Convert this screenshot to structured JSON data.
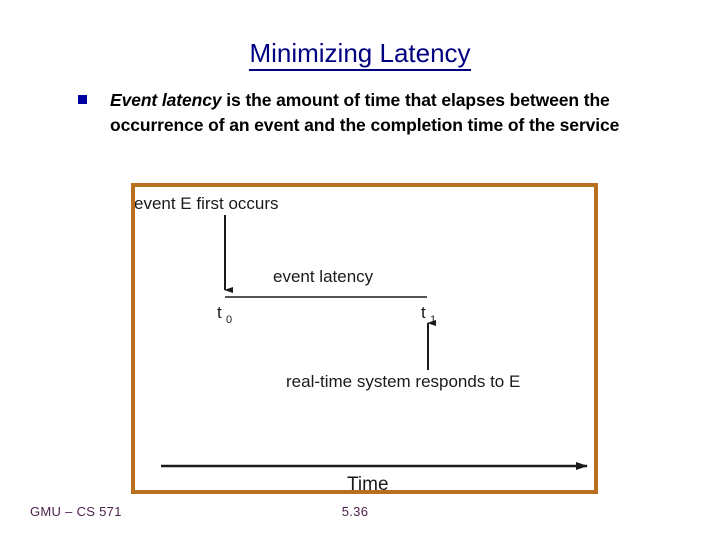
{
  "slide": {
    "title": "Minimizing Latency",
    "title_color": "#000080"
  },
  "bullet": {
    "marker": "square-bullet",
    "marker_color": "#0000a0",
    "emphasis": "Event latency",
    "text": " is the amount of time that elapses between the occurrence of an event and the completion time of the service"
  },
  "figure": {
    "border_color": "#b8701e",
    "labels": {
      "event_occurs": "event E first occurs",
      "event_latency": "event latency",
      "t0": "t",
      "t0_sub": "0",
      "t1": "t",
      "t1_sub": "1",
      "responds": "real-time system responds to E",
      "time_axis": "Time"
    }
  },
  "footer": {
    "course": "GMU – CS 571",
    "page": "5.36",
    "color": "#4b1f4b"
  }
}
